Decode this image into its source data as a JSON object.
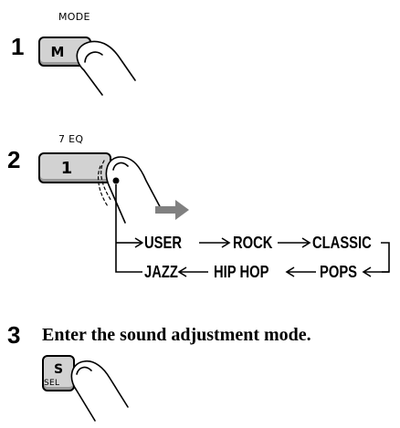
{
  "steps": [
    {
      "number": "1",
      "key_top_label": "MODE",
      "key_face": "M"
    },
    {
      "number": "2",
      "key_top_label": "7 EQ",
      "key_face": "1"
    },
    {
      "number": "3",
      "text": "Enter the sound adjustment mode.",
      "key_face": "S",
      "key_bottom_label": "SEL"
    }
  ],
  "eq_modes": {
    "row1": [
      "USER",
      "ROCK",
      "CLASSIC"
    ],
    "row2": [
      "JAZZ",
      "HIP HOP",
      "POPS"
    ]
  },
  "icons": [
    "finger-press-icon",
    "right-arrow-icon",
    "cycle-loop-icon"
  ]
}
